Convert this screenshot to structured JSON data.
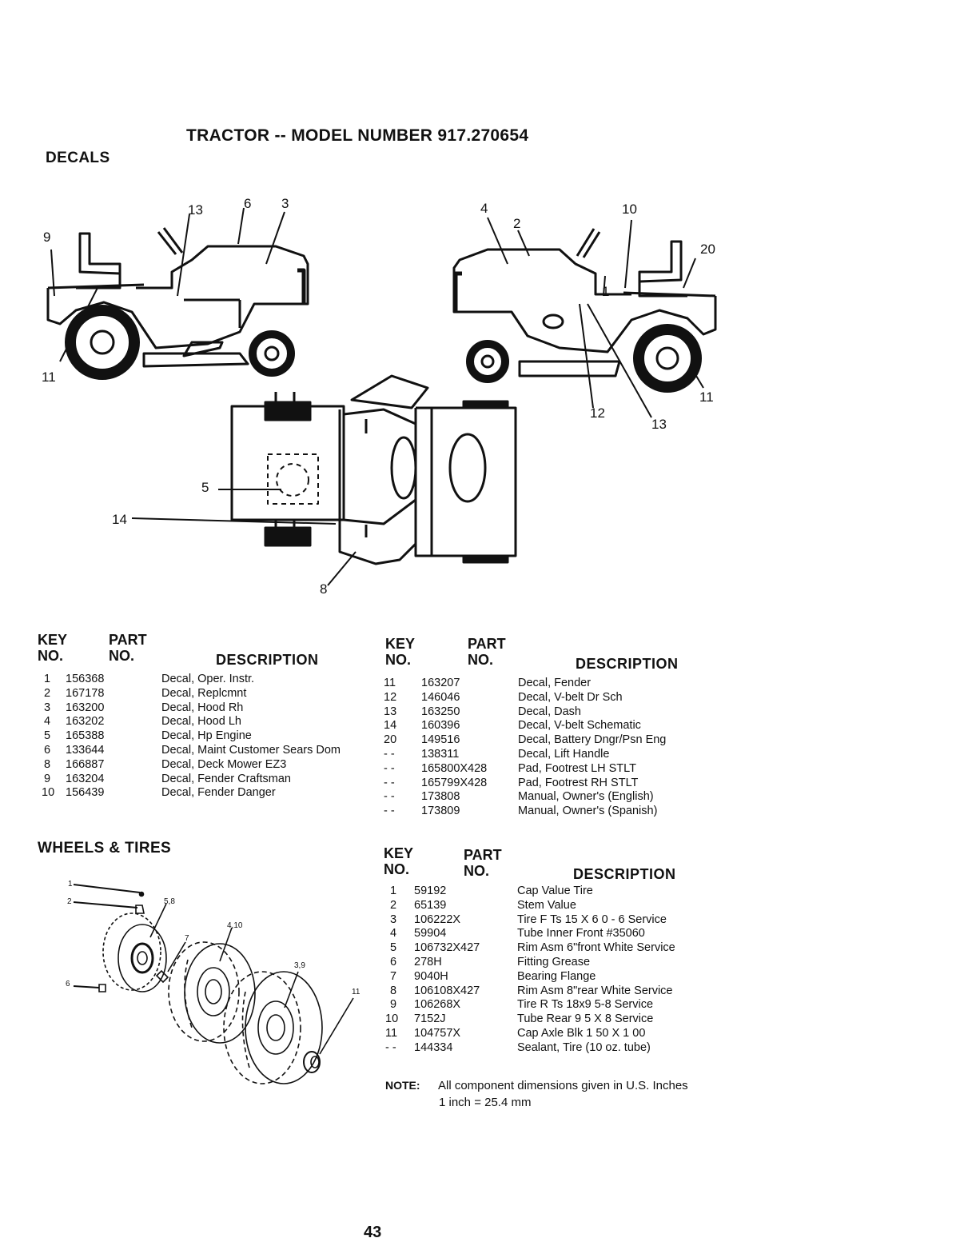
{
  "page": {
    "title": "TRACTOR -- MODEL NUMBER 917.270654",
    "page_number": "43"
  },
  "decals": {
    "section_title": "DECALS",
    "headers": {
      "key1": "KEY",
      "key2": "NO.",
      "part1": "PART",
      "part2": "NO.",
      "description": "DESCRIPTION"
    },
    "callouts": [
      "13",
      "6",
      "3",
      "9",
      "11",
      "4",
      "2",
      "10",
      "20",
      "1",
      "11",
      "12",
      "13",
      "5",
      "14",
      "8"
    ],
    "left": [
      {
        "key": "1",
        "part": "156368",
        "desc": "Decal, Oper. Instr."
      },
      {
        "key": "2",
        "part": "167178",
        "desc": "Decal, Replcmnt"
      },
      {
        "key": "3",
        "part": "163200",
        "desc": "Decal, Hood Rh"
      },
      {
        "key": "4",
        "part": "163202",
        "desc": "Decal, Hood Lh"
      },
      {
        "key": "5",
        "part": "165388",
        "desc": "Decal, Hp Engine"
      },
      {
        "key": "6",
        "part": "133644",
        "desc": "Decal, Maint Customer Sears Dom"
      },
      {
        "key": "8",
        "part": "166887",
        "desc": "Decal, Deck Mower EZ3"
      },
      {
        "key": "9",
        "part": "163204",
        "desc": "Decal, Fender Craftsman"
      },
      {
        "key": "10",
        "part": "156439",
        "desc": "Decal, Fender Danger"
      }
    ],
    "right": [
      {
        "key": "11",
        "part": "163207",
        "desc": "Decal, Fender"
      },
      {
        "key": "12",
        "part": "146046",
        "desc": "Decal, V-belt Dr Sch"
      },
      {
        "key": "13",
        "part": "163250",
        "desc": "Decal, Dash"
      },
      {
        "key": "14",
        "part": "160396",
        "desc": "Decal, V-belt Schematic"
      },
      {
        "key": "20",
        "part": "149516",
        "desc": "Decal, Battery Dngr/Psn Eng"
      },
      {
        "key": "- -",
        "part": "138311",
        "desc": "Decal, Lift Handle"
      },
      {
        "key": "- -",
        "part": "165800X428",
        "desc": "Pad, Footrest LH STLT"
      },
      {
        "key": "- -",
        "part": "165799X428",
        "desc": "Pad, Footrest RH STLT"
      },
      {
        "key": "- -",
        "part": "173808",
        "desc": "Manual, Owner's (English)"
      },
      {
        "key": "- -",
        "part": "173809",
        "desc": "Manual, Owner's (Spanish)"
      }
    ]
  },
  "wheels": {
    "section_title": "WHEELS & TIRES",
    "headers": {
      "key1": "KEY",
      "key2": "NO.",
      "part1": "PART",
      "part2": "NO.",
      "description": "DESCRIPTION"
    },
    "callouts": [
      "1",
      "2",
      "5,8",
      "4,10",
      "7",
      "3,9",
      "6",
      "11"
    ],
    "items": [
      {
        "key": "1",
        "part": "59192",
        "desc": "Cap Value Tire"
      },
      {
        "key": "2",
        "part": "65139",
        "desc": "Stem Value"
      },
      {
        "key": "3",
        "part": "106222X",
        "desc": "Tire F Ts 15 X 6 0 - 6 Service"
      },
      {
        "key": "4",
        "part": "59904",
        "desc": "Tube Inner Front #35060"
      },
      {
        "key": "5",
        "part": "106732X427",
        "desc": "Rim Asm 6\"front White Service"
      },
      {
        "key": "6",
        "part": "278H",
        "desc": "Fitting Grease"
      },
      {
        "key": "7",
        "part": "9040H",
        "desc": "Bearing Flange"
      },
      {
        "key": "8",
        "part": "106108X427",
        "desc": "Rim Asm 8\"rear White Service"
      },
      {
        "key": "9",
        "part": "106268X",
        "desc": "Tire R Ts 18x9 5-8 Service"
      },
      {
        "key": "10",
        "part": "7152J",
        "desc": "Tube Rear 9 5 X 8 Service"
      },
      {
        "key": "11",
        "part": "104757X",
        "desc": "Cap Axle Blk 1 50 X 1 00"
      },
      {
        "key": "- -",
        "part": "144334",
        "desc": "Sealant, Tire (10 oz. tube)"
      }
    ],
    "note_label": "NOTE:",
    "note_line1": "All component dimensions given in U.S. Inches",
    "note_line2": "1 inch = 25.4 mm"
  }
}
